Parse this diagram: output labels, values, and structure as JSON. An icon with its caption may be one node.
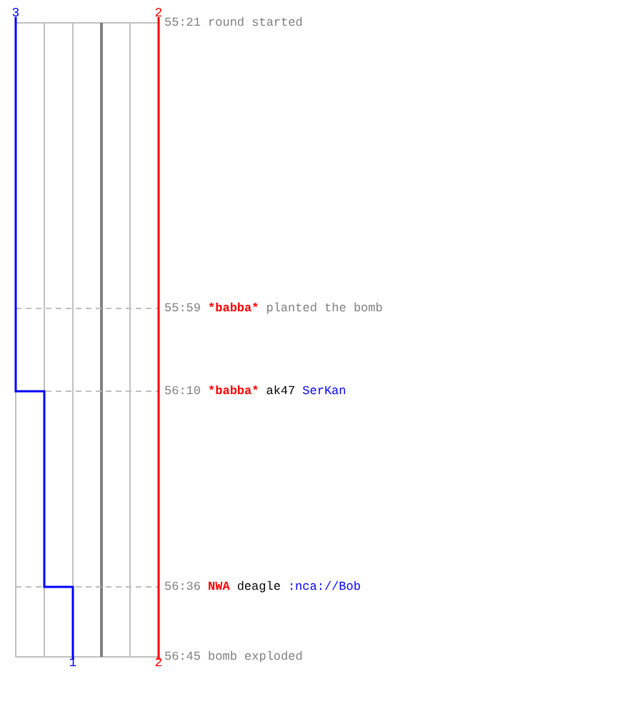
{
  "diagram": {
    "labels": [
      "3",
      "2",
      "55:21",
      "round started",
      "55:59",
      "*babba*",
      "planted the bomb",
      "56:10",
      "*babba*",
      "ak47",
      "SerKan",
      "56:36",
      "NWA",
      "deagle",
      ":nca://Bob",
      "1",
      "2",
      "56:45",
      "bomb exploded"
    ]
  }
}
